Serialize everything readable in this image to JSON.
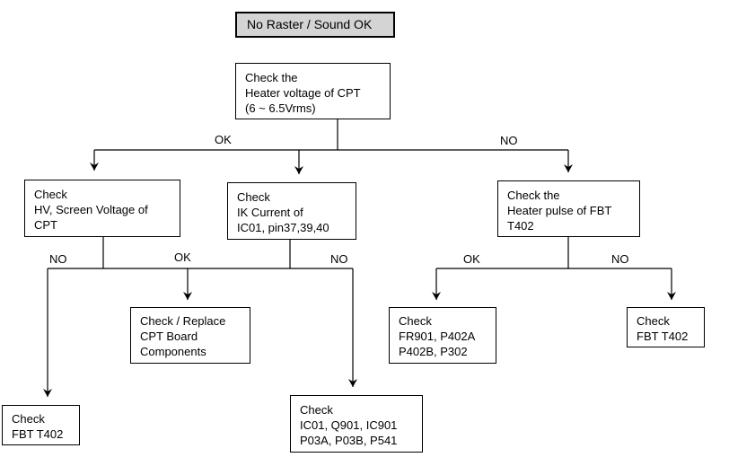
{
  "title": "No Raster  / Sound OK",
  "nodes": {
    "heater_voltage": [
      "Check the",
      "Heater voltage of CPT",
      "(6 ~ 6.5Vrms)"
    ],
    "hv_screen": [
      "Check",
      "HV, Screen Voltage of",
      "CPT"
    ],
    "ik_current": [
      "Check",
      "IK Current of",
      "IC01, pin37,39,40"
    ],
    "heater_pulse": [
      "Check the",
      "Heater pulse of FBT",
      "T402"
    ],
    "replace_cpt": [
      "Check / Replace",
      "CPT Board",
      "Components"
    ],
    "fbt_left": [
      "Check",
      "FBT T402"
    ],
    "ic01_q901": [
      "Check",
      "IC01, Q901, IC901",
      "P03A, P03B, P541"
    ],
    "fr901": [
      "Check",
      "FR901, P402A",
      "P402B, P302"
    ],
    "fbt_right": [
      "Check",
      "FBT T402"
    ]
  },
  "edge_labels": {
    "top_ok": "OK",
    "top_no": "NO",
    "hv_no": "NO",
    "mid_ok": "OK",
    "ik_no": "NO",
    "pulse_ok": "OK",
    "pulse_no": "NO"
  }
}
